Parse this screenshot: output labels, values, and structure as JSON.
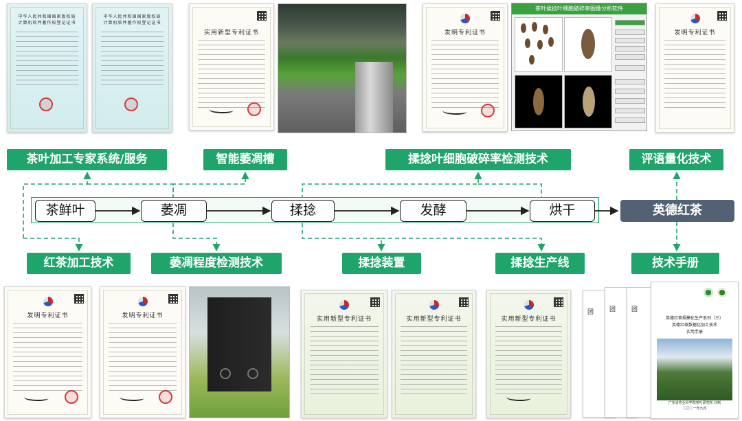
{
  "flow": {
    "steps": [
      "茶鲜叶",
      "萎凋",
      "揉捻",
      "发酵",
      "烘干"
    ],
    "final": "英德红茶"
  },
  "top_labels": {
    "expert_system": "茶叶加工专家系统/服务",
    "withering_trough": "智能萎凋槽",
    "rolling_cell": "揉捻叶细胞破碎率检测技术",
    "quantification": "评语量化技术"
  },
  "bottom_labels": {
    "black_tea_tech": "红茶加工技术",
    "withering_detection": "萎凋程度检测技术",
    "rolling_device": "揉捻装置",
    "rolling_line": "揉捻生产线",
    "manual": "技术手册"
  },
  "certificates": {
    "software_copyright": "中华人民共和国国家版权局\n计算机软件著作权登记证书",
    "utility_patent": "实用新型专利证书",
    "invention_patent": "发明专利证书"
  },
  "software_window": {
    "title": "茶叶揉捻叶细胞破碎率图像分析软件"
  },
  "manual": {
    "side_char": "团",
    "cover_title": "英德红茶规模化生产系列（三）\n英德红茶数据化加工技术\n实用手册",
    "cover_org": "广东省农业科学院茶叶研究所 印制\n二〇二一年九月"
  },
  "colors": {
    "label_green": "#1fa46b",
    "final_step": "#526173",
    "flow_band": "#1fa46b"
  }
}
